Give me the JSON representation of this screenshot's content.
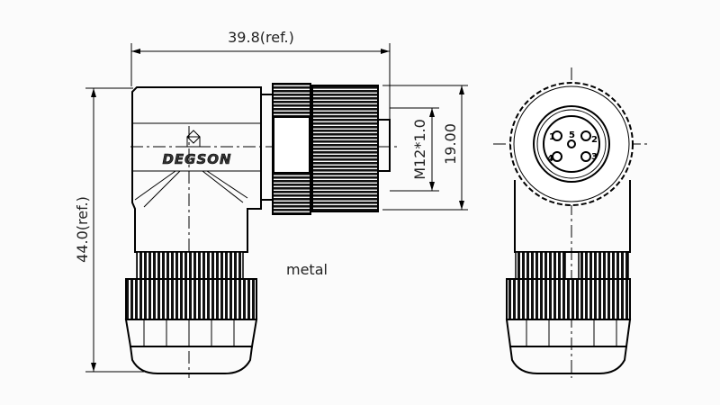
{
  "drawing": {
    "dimensions": {
      "width": "39.8(ref.)",
      "height": "44.0(ref.)",
      "thread": "M12*1.0",
      "diameter": "19.00"
    },
    "material_note": "metal",
    "logo_text": "DEGSON",
    "pin_labels": [
      "1",
      "2",
      "3",
      "4",
      "5"
    ]
  }
}
